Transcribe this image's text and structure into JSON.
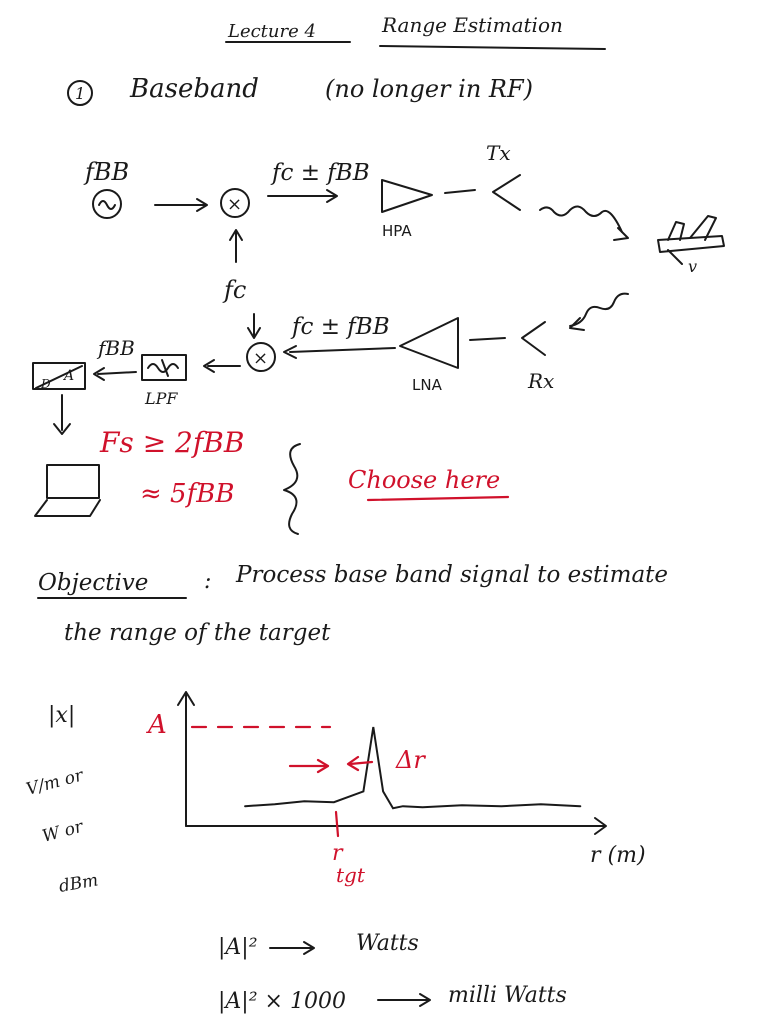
{
  "header": {
    "lecture": "Lecture 4",
    "title": "Range Estimation"
  },
  "section1": {
    "number": "1",
    "heading": "Baseband",
    "note": "(no longer in RF)"
  },
  "tx_chain": {
    "source_label": "fBB",
    "mixer_symbol": "×",
    "mixer_output": "fc ± fBB",
    "amplifier": "HPA",
    "antenna": "Tx",
    "carrier": "fc"
  },
  "target": {
    "velocity_label": "v"
  },
  "rx_chain": {
    "antenna": "Rx",
    "amplifier": "LNA",
    "mixer_input": "fc ± fBB",
    "mixer_symbol": "×",
    "filter_label": "LPF",
    "output_label": "fBB",
    "adc_top": "A",
    "adc_bottom": "D"
  },
  "sampling": {
    "line1": "Fs ≥ 2fBB",
    "line2": "≈ 5fBB",
    "note": "Choose here"
  },
  "objective": {
    "label": "Objective",
    "text_line1": "Process base band signal to estimate",
    "text_line2": "the range of the target"
  },
  "plot": {
    "ylabel": "|x|",
    "yunits": [
      "V/m or",
      "W or",
      "dBm"
    ],
    "peak_label": "A",
    "width_label": "Δr",
    "xlabel": "r (m)",
    "target_label_1": "r",
    "target_label_2": "tgt"
  },
  "chart_data": {
    "type": "line",
    "series": [
      {
        "x": [
          0.3,
          0.45,
          0.6,
          0.75,
          0.9,
          0.95,
          1.0,
          1.05,
          1.1,
          1.2,
          1.4,
          1.6,
          1.8,
          2.0
        ],
        "values": [
          0.2,
          0.22,
          0.25,
          0.24,
          0.35,
          1.0,
          0.35,
          0.18,
          0.2,
          0.19,
          0.21,
          0.2,
          0.22,
          0.2
        ]
      }
    ],
    "annotations": [
      "A",
      "Δr",
      "r tgt"
    ]
  },
  "units": {
    "line1_lhs": "|A|²",
    "line1_rhs": "Watts",
    "line2_lhs": "|A|² × 1000",
    "line2_rhs": "milli Watts"
  }
}
